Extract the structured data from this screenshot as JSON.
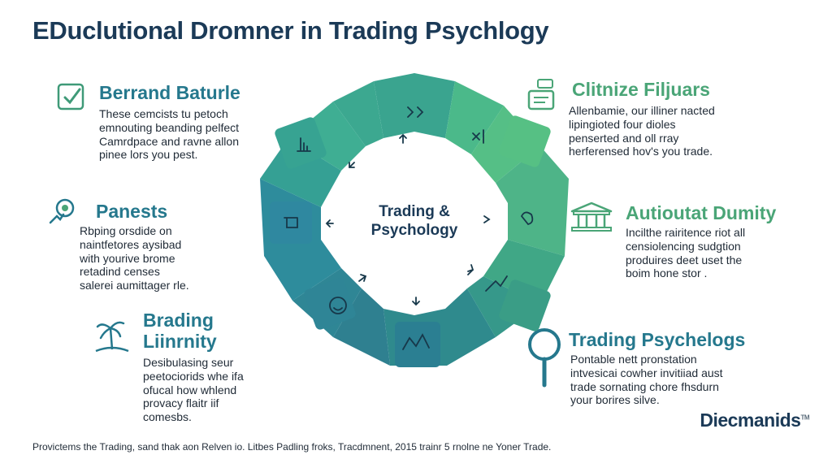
{
  "title": "EDuclutional Dromner in Trading Psychlogy",
  "colors": {
    "teal": "#25788d",
    "green": "#4aa577",
    "navy": "#1b3a57"
  },
  "hub": {
    "line1": "Trading &",
    "line2": "Psychology"
  },
  "cards": {
    "top_left": {
      "icon": "checkmark-box-icon",
      "heading": "Berrand Baturle",
      "lines": [
        "These cemcists tu petoch",
        "emnouting beanding pelfect",
        "Camrdpace and ravne allon",
        "pinee lors you pest."
      ]
    },
    "mid_left": {
      "icon": "head-brain-icon",
      "heading": "Panests",
      "lines": [
        "Rbping orsdide on",
        "naintfetores aysibad",
        "with yourive brome",
        "retadind censes",
        "salerei aumittager rle."
      ]
    },
    "bottom_left": {
      "icon": "island-palm-icon",
      "heading_line1": "Brading",
      "heading_line2": "Liinrnity",
      "lines": [
        "Desibulasing seur",
        "peetociorids whe ifa",
        "ofucal how whlend",
        "provacy flaitr iif",
        "comesbs."
      ]
    },
    "top_right": {
      "icon": "chat-document-icon",
      "heading": "Clitnize Filjuars",
      "lines": [
        "Allenbamie, our illiner nacted",
        "lipingioted four dioles",
        "penserted and oll rray",
        "herferensed hov's you trade."
      ]
    },
    "mid_right": {
      "icon": "bank-building-icon",
      "heading": "Autioutat Dumity",
      "lines": [
        "Incilthe rairitence riot all",
        "censiolencing sudgtion",
        "produires deet uset the",
        "boim hone stor ."
      ]
    },
    "bottom_right": {
      "icon": "magnifier-icon",
      "heading": "Trading Psychelogs",
      "lines": [
        "Pontable nett pronstation",
        "intvesicai cowher invitiiad aust",
        "trade sornating chore fhsdurn",
        "your borires silve."
      ]
    }
  },
  "footer": "Provictems the Trading, sand thak aon Relven io. Litbes Padling froks, Tracdmnent, 2015 trainr 5 rnolne ne Yoner Trade.",
  "brand": {
    "name": "Diecmanids",
    "mark": "TM"
  }
}
